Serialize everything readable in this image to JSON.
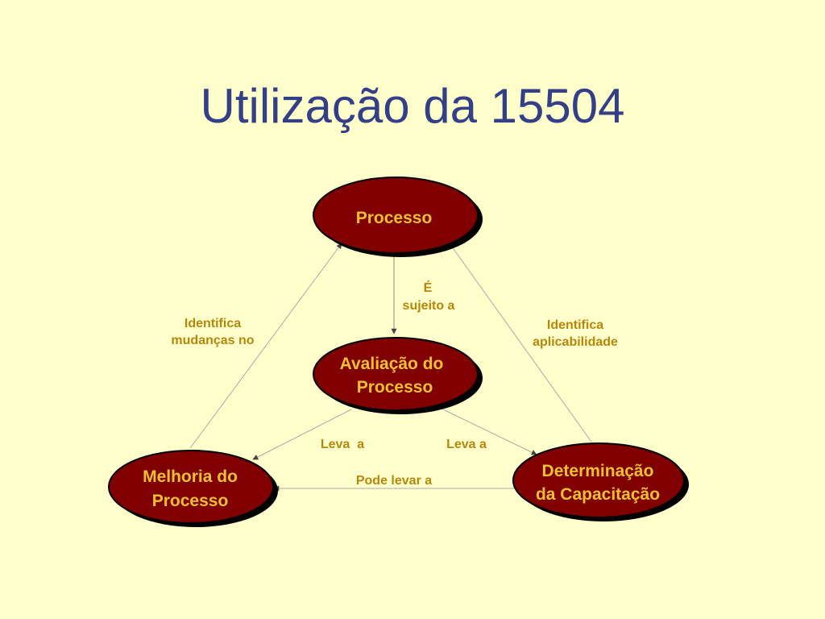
{
  "title": "Utilização da 15504",
  "colors": {
    "background": "#ffffcc",
    "title": "#333f86",
    "node_fill": "#800000",
    "node_shadow": "#000000",
    "node_text": "#f2c12e",
    "edge_text": "#b8860b",
    "edge_line": "#999999"
  },
  "nodes": {
    "processo": {
      "line1": "Processo",
      "line2": ""
    },
    "avaliacao": {
      "line1": "Avaliação do",
      "line2": "Processo"
    },
    "melhoria": {
      "line1": "Melhoria do",
      "line2": "Processo"
    },
    "determinacao": {
      "line1": "Determinação",
      "line2": "da Capacitação"
    }
  },
  "edges": {
    "sujeito": {
      "line1": "É",
      "line2": "sujeito a"
    },
    "identifica_mudancas": {
      "line1": "Identifica",
      "line2": "mudanças no"
    },
    "identifica_aplicabilidade": {
      "line1": "Identifica",
      "line2": "aplicabilidade"
    },
    "leva_melhoria": {
      "label": "Leva  a"
    },
    "leva_determinacao": {
      "label": "Leva a"
    },
    "pode_levar": {
      "label": "Pode levar a"
    }
  }
}
